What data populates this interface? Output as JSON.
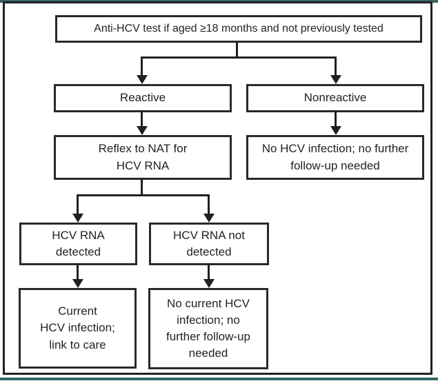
{
  "figure": {
    "type": "flowchart",
    "subject": "HCV testing algorithm for children aged ≥18 months"
  },
  "colors": {
    "rule": "#336666",
    "frame_border": "#242021",
    "box_border": "#2b2827",
    "text": "#231f20",
    "background": "#ffffff"
  },
  "nodes": {
    "root": {
      "text": "Anti-HCV test if aged ≥18 months and not previously tested"
    },
    "reactive": {
      "text": "Reactive"
    },
    "nonreactive": {
      "text": "Nonreactive"
    },
    "reflex_nat": {
      "text": "Reflex to NAT for\nHCV RNA"
    },
    "no_hcv_infection": {
      "text": "No HCV infection; no further\nfollow-up needed"
    },
    "rna_detected": {
      "text": "HCV RNA\ndetected"
    },
    "rna_not_detected": {
      "text": "HCV RNA not\ndetected"
    },
    "current_infection": {
      "text": "Current\nHCV infection;\nlink to care"
    },
    "no_current_infection": {
      "text": "No current HCV\ninfection; no\nfurther follow-up\nneeded"
    }
  },
  "edges": [
    {
      "from": "root",
      "to": "reactive"
    },
    {
      "from": "root",
      "to": "nonreactive"
    },
    {
      "from": "reactive",
      "to": "reflex_nat"
    },
    {
      "from": "nonreactive",
      "to": "no_hcv_infection"
    },
    {
      "from": "reflex_nat",
      "to": "rna_detected"
    },
    {
      "from": "reflex_nat",
      "to": "rna_not_detected"
    },
    {
      "from": "rna_detected",
      "to": "current_infection"
    },
    {
      "from": "rna_not_detected",
      "to": "no_current_infection"
    }
  ]
}
